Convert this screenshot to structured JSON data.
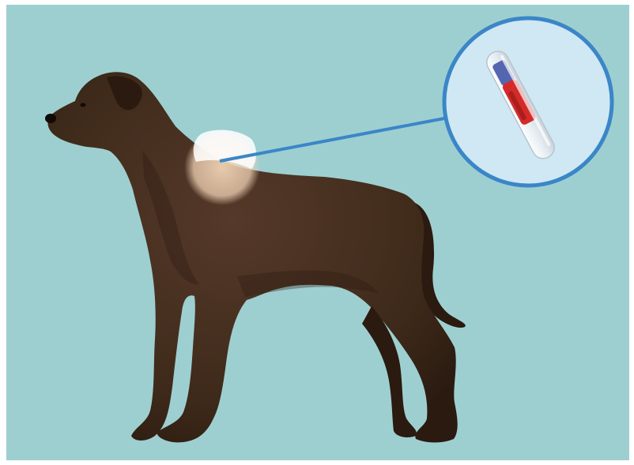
{
  "figure": {
    "subject": "dog-silhouette",
    "implant_site": "scruff-between-shoulder-blades",
    "magnified_object": "microchip-capsule"
  },
  "colors": {
    "background": "#9ecfd0",
    "frame": "#ffffff",
    "dog_fur": "#3e2a1a",
    "dog_fur_dark": "#2a1a10",
    "dog_fur_light": "#55392a",
    "highlight_spot": "#f0d2b4",
    "callout_line": "#3b86c8",
    "magnifier_fill": "#cfe8f3",
    "magnifier_border": "#3b86c8",
    "chip_glass": "#f4f4f6",
    "chip_red": "#d42a2a",
    "chip_blue": "#5566b0"
  },
  "icons": {
    "dog": "dog-icon",
    "magnifier": "magnifier-icon",
    "chip": "microchip-icon"
  }
}
